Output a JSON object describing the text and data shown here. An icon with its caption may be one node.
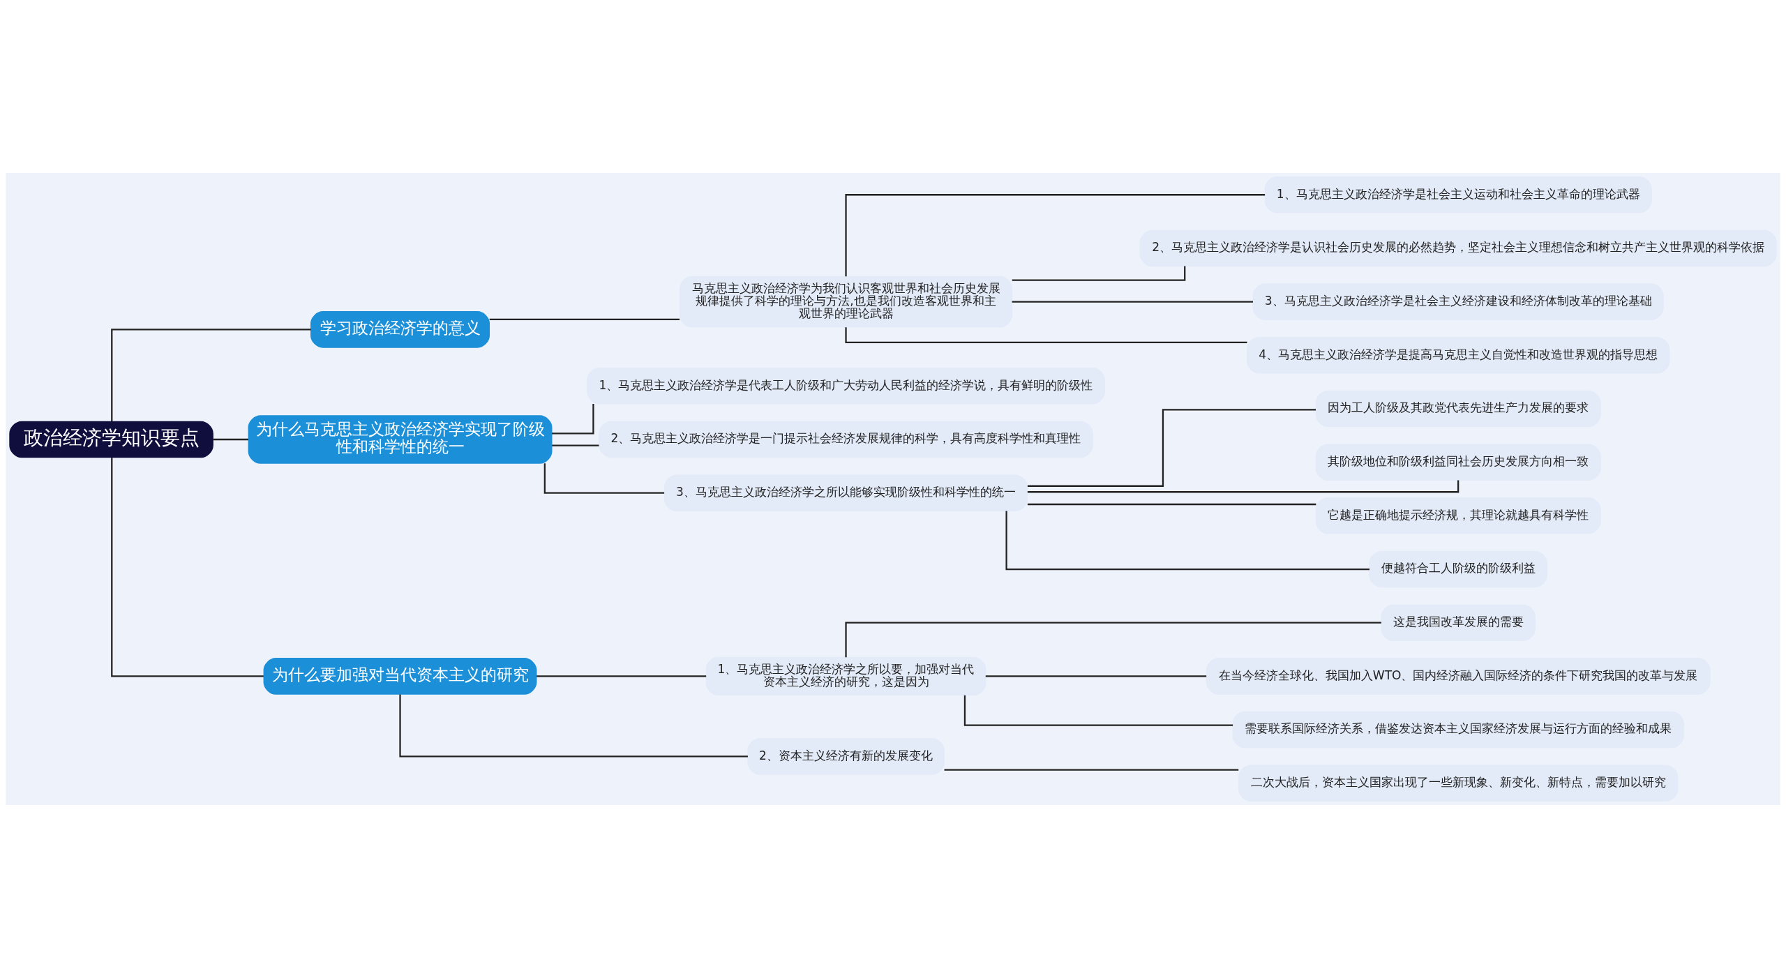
{
  "diagram": {
    "nodes": [
      {
        "text": [
          "政治经济学知识要点"
        ]
      },
      {
        "text": [
          "学习政治经济学的意义"
        ]
      },
      {
        "text": [
          "马克思主义政治经济学为我们认识客观世界和社会历史发展规律提供了科学的理论与方法,也是我们改造客观世界和主观世界的理论武器"
        ]
      },
      {
        "text": [
          "1、马克思主义政治经济学是社会主义运动和社会主义革命的理论武器"
        ]
      },
      {
        "text": [
          "2、马克思主义政治经济学是认识社会历史发展的必然趋势，坚定社会主义理想信念和树立共产主义世界观的科学依据"
        ]
      },
      {
        "text": [
          "3、马克思主义政治经济学是社会主义经济建设和经济体制改革的理论基础"
        ]
      },
      {
        "text": [
          "4、马克思主义政治经济学是提高马克思主义自觉性和改造世界观的指导思想"
        ]
      },
      {
        "text": [
          "为什么马克思主义政治经济学实现了阶级性和科学性的统一"
        ]
      },
      {
        "text": [
          "1、马克思主义政治经济学是代表工人阶级和广大劳动人民利益的经济学说，具有鲜明的阶级性"
        ]
      },
      {
        "text": [
          "2、马克思主义政治经济学是一门提示社会经济发展规律的科学，具有高度科学性和真理性"
        ]
      },
      {
        "text": [
          "3、马克思主义政治经济学之所以能够实现阶级性和科学性的统一"
        ]
      },
      {
        "text": [
          "因为工人阶级及其政党代表先进生产力发展的要求"
        ]
      },
      {
        "text": [
          "其阶级地位和阶级利益同社会历史发展方向相一致"
        ]
      },
      {
        "text": [
          "它越是正确地提示经济规，其理论就越具有科学性"
        ]
      },
      {
        "text": [
          "便越符合工人阶级的阶级利益"
        ]
      },
      {
        "text": [
          "为什么要加强对当代资本主义的研究"
        ]
      },
      {
        "text": [
          "1、马克思主义政治经济学之所以要，加强对当代资本主义经济的研究，这是因为"
        ]
      },
      {
        "text": [
          "这是我国改革发展的需要"
        ]
      },
      {
        "text": [
          "在当今经济全球化、我国加入WTO、国内经济融入国际经济的条件下研究我国的改革与发展"
        ]
      },
      {
        "text": [
          "需要联系国际经济关系，借鉴发达资本主义国家经济发展与运行方面的经验和成果"
        ]
      },
      {
        "text": [
          "2、资本主义经济有新的发展变化"
        ]
      },
      {
        "text": [
          "二次大战后，资本主义国家出现了一些新现象、新变化、新特点，需要加以研究"
        ]
      }
    ],
    "edges": [
      {
        "from": 0,
        "to": 1,
        "arrow": "none"
      },
      {
        "from": 1,
        "to": 2,
        "arrow": "none"
      },
      {
        "from": 2,
        "to": 3,
        "arrow": "none"
      },
      {
        "from": 2,
        "to": 4,
        "arrow": "none"
      },
      {
        "from": 2,
        "to": 5,
        "arrow": "none"
      },
      {
        "from": 2,
        "to": 6,
        "arrow": "none"
      },
      {
        "from": 0,
        "to": 7,
        "arrow": "none"
      },
      {
        "from": 7,
        "to": 8,
        "arrow": "none"
      },
      {
        "from": 7,
        "to": 9,
        "arrow": "none"
      },
      {
        "from": 7,
        "to": 10,
        "arrow": "none"
      },
      {
        "from": 10,
        "to": 11,
        "arrow": "none"
      },
      {
        "from": 10,
        "to": 12,
        "arrow": "none"
      },
      {
        "from": 10,
        "to": 13,
        "arrow": "none"
      },
      {
        "from": 10,
        "to": 14,
        "arrow": "none"
      },
      {
        "from": 0,
        "to": 15,
        "arrow": "none"
      },
      {
        "from": 15,
        "to": 16,
        "arrow": "none"
      },
      {
        "from": 16,
        "to": 17,
        "arrow": "none"
      },
      {
        "from": 16,
        "to": 18,
        "arrow": "none"
      },
      {
        "from": 16,
        "to": 19,
        "arrow": "none"
      },
      {
        "from": 15,
        "to": 20,
        "arrow": "none"
      },
      {
        "from": 20,
        "to": 21,
        "arrow": "none"
      }
    ]
  }
}
